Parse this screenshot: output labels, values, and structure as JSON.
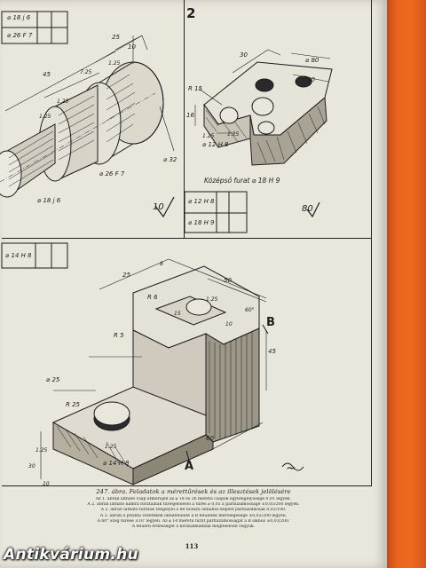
{
  "page": {
    "caption_title": "247. ábra. Feladatok a mérettűrések és az illesztések jelölésére",
    "notes": [
      "Az 1. ábrán látható csap átmérőjén az ⌀ 18 és 26 méretű csapok egytengelyűsége 0,01 legyen.",
      "A 2. ábrán látható kamra furatainak tűrésjelölései a tűrés ⌀ 0,05 a párhuzamosságé ±0,05/200 legyen.",
      "A 2. ábrán látható furatok tengelyei a 80 hosszú oldalhoz képest párhuzamosak 0,02/100.",
      "A 3. ábrán a prizma vezetékek oldalfelülete a B felületek merőlegesége ±0,02/200 legyen.",
      "A 60° szög tűrése ±10' legyen. Az ⌀ 14 méretű furat párhuzamosságát a B síkhoz ±0,03/200.",
      "A felületi érdességet a kívánalmaknak megfelelően vegyük."
    ],
    "page_number": "113",
    "watermark": "Antikvárium.hu"
  },
  "fig1": {
    "tol_labels": [
      "⌀ 18 j 6",
      "⌀ 26 F 7"
    ],
    "dims": [
      "25",
      "10",
      "1.25",
      "7.25",
      "45",
      "1.25",
      "1.25",
      "⌀ 32",
      "⌀ 26 F 7",
      "⌀ 18 j 6"
    ],
    "roughness": "10"
  },
  "fig2": {
    "number": "2",
    "dims": [
      "30",
      "⌀ 80",
      "30",
      "R 15",
      "16",
      "1.25",
      "1.25",
      "⌀ 12 H 8"
    ],
    "center_hole": "Középső furat ⌀ 18 H 9",
    "tol_labels": [
      "⌀ 12 H 8",
      "⌀ 18 H 9"
    ],
    "roughness": "80"
  },
  "fig3": {
    "tol_labels": [
      "⌀ 14 H 8"
    ],
    "dims": [
      "25",
      "8",
      "50",
      "R 6",
      "R 5",
      "⌀ 25",
      "R 25",
      "1.25",
      "⌀ 14 H 8",
      "60",
      "1.25",
      "15",
      "10",
      "45",
      "30",
      "10",
      "60°",
      "1.25"
    ],
    "surf_b": "B",
    "surf_a": "A",
    "roughness": "~"
  }
}
